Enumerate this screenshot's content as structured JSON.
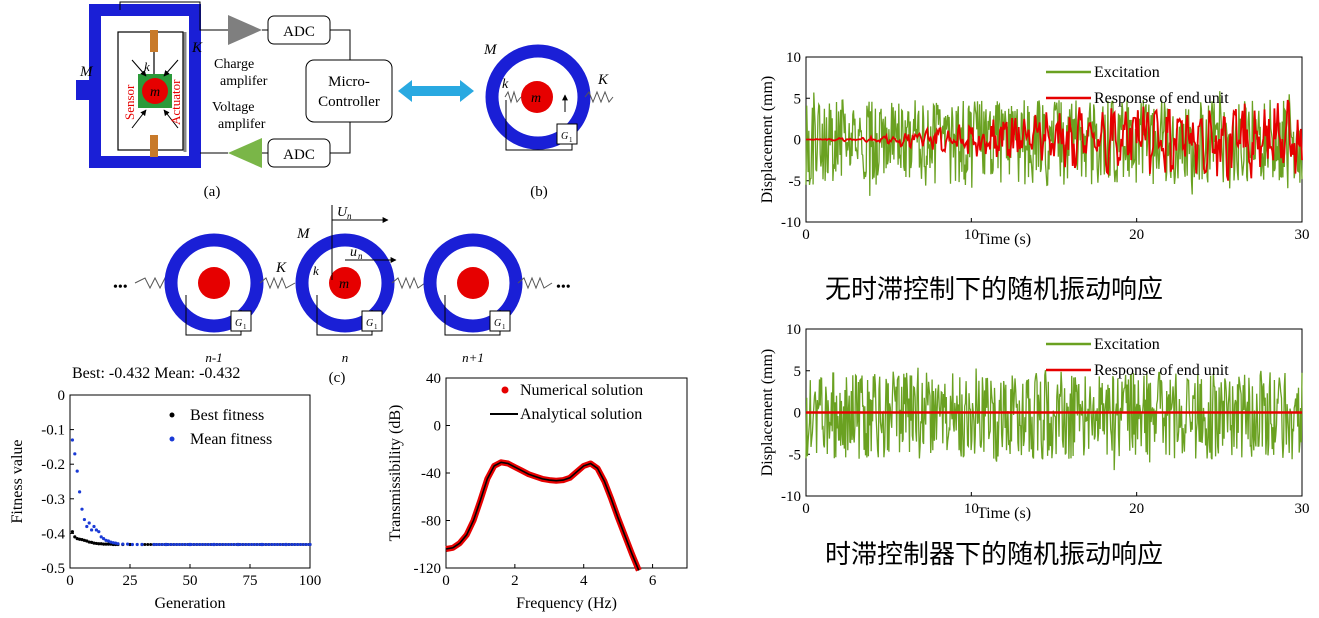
{
  "colors": {
    "blue": "#1a1fd6",
    "red": "#e60000",
    "green": "#6aa121",
    "cyan": "#29a9e1",
    "grey": "#707070",
    "black": "#000000",
    "dotblue": "#1a3ad6"
  },
  "diagram_a": {
    "label_M": "M",
    "label_K": "K",
    "label_k": "k",
    "label_m": "m",
    "sensor": "Sensor",
    "actuator": "Actuator",
    "adc_top": "ADC",
    "adc_bottom": "ADC",
    "charge_amp_1": "Charge",
    "charge_amp_2": "amplifer",
    "voltage_amp_1": "Voltage",
    "voltage_amp_2": "amplifer",
    "mcu_1": "Micro-",
    "mcu_2": "Controller",
    "caption": "(a)"
  },
  "diagram_b": {
    "label_M": "M",
    "label_K": "K",
    "label_k": "k",
    "label_m": "m",
    "label_G": "G",
    "label_G_sub": "1",
    "caption": "(b)"
  },
  "diagram_c": {
    "label_M": "M",
    "label_K": "K",
    "label_k": "k",
    "label_m": "m",
    "label_U": "U",
    "label_U_sub": "n",
    "label_u": "u",
    "label_u_sub": "n",
    "label_G": "G",
    "label_G_sub": "1",
    "dots_left": "•••",
    "dots_right": "•••",
    "unit_left": "n-1",
    "unit_mid": "n",
    "unit_right": "n+1",
    "caption": "(c)"
  },
  "charts": [
    {
      "id": "fitness",
      "type": "scatter",
      "title": "Best: -0.432 Mean: -0.432",
      "xlabel": "Generation",
      "ylabel": "Fitness value",
      "xlim": [
        0,
        100
      ],
      "ylim": [
        -0.5,
        0
      ],
      "xticks": [
        "0",
        "25",
        "50",
        "75",
        "100"
      ],
      "yticks": [
        "0",
        "-0.1",
        "-0.2",
        "-0.3",
        "-0.4",
        "-0.5"
      ],
      "legend": [
        "Best fitness",
        "Mean fitness"
      ],
      "series": [
        {
          "name": "Best fitness",
          "x": [
            1,
            2,
            3,
            4,
            5,
            6,
            7,
            8,
            9,
            10,
            11,
            12,
            13,
            14,
            15,
            16,
            17,
            18,
            19,
            20,
            22,
            25,
            30,
            40,
            50,
            60,
            70,
            80,
            90,
            100
          ],
          "y": [
            -0.395,
            -0.41,
            -0.415,
            -0.417,
            -0.418,
            -0.42,
            -0.422,
            -0.425,
            -0.426,
            -0.428,
            -0.429,
            -0.43,
            -0.43,
            -0.431,
            -0.431,
            -0.431,
            -0.431,
            -0.432,
            -0.432,
            -0.432,
            -0.432,
            -0.432,
            -0.432,
            -0.432,
            -0.432,
            -0.432,
            -0.432,
            -0.432,
            -0.432,
            -0.432
          ]
        },
        {
          "name": "Mean fitness",
          "x": [
            1,
            2,
            3,
            4,
            5,
            6,
            7,
            8,
            9,
            10,
            11,
            12,
            13,
            14,
            15,
            16,
            17,
            18,
            19,
            20,
            22,
            24,
            26,
            28,
            30,
            35,
            40,
            50,
            60,
            70,
            80,
            90,
            100
          ],
          "y": [
            -0.13,
            -0.17,
            -0.22,
            -0.28,
            -0.33,
            -0.36,
            -0.38,
            -0.37,
            -0.39,
            -0.38,
            -0.39,
            -0.395,
            -0.41,
            -0.415,
            -0.42,
            -0.422,
            -0.425,
            -0.427,
            -0.428,
            -0.43,
            -0.431,
            -0.431,
            -0.432,
            -0.432,
            -0.432,
            -0.432,
            -0.432,
            -0.432,
            -0.432,
            -0.432,
            -0.432,
            -0.432,
            -0.432
          ]
        }
      ]
    },
    {
      "id": "transmissibility",
      "type": "line",
      "xlabel": "Frequency (Hz)",
      "ylabel": "Transmissibility (dB)",
      "xlim": [
        0,
        7
      ],
      "ylim": [
        -120,
        40
      ],
      "xticks": [
        "0",
        "2",
        "4",
        "6"
      ],
      "yticks": [
        "40",
        "0",
        "-40",
        "-80",
        "-120"
      ],
      "legend": [
        "Numerical solution",
        "Analytical solution"
      ],
      "series": [
        {
          "name": "Analytical solution",
          "x": [
            0,
            0.2,
            0.4,
            0.6,
            0.8,
            1.0,
            1.2,
            1.4,
            1.6,
            1.8,
            2.0,
            2.2,
            2.4,
            2.6,
            2.8,
            3.0,
            3.2,
            3.4,
            3.6,
            3.8,
            4.0,
            4.2,
            4.4,
            4.6,
            4.8,
            5.0,
            5.2,
            5.4,
            5.6
          ],
          "y": [
            -104,
            -103,
            -99,
            -92,
            -80,
            -63,
            -45,
            -34,
            -31,
            -32,
            -35,
            -38,
            -41,
            -43,
            -45,
            -46,
            -46.5,
            -46,
            -44,
            -39,
            -34,
            -32,
            -36,
            -47,
            -62,
            -78,
            -93,
            -108,
            -122
          ]
        }
      ]
    },
    {
      "id": "response_no_delay",
      "type": "line",
      "title": "无时滞控制下的随机振动响应",
      "xlabel": "Time (s)",
      "ylabel": "Displacement (mm)",
      "xlim": [
        0,
        30
      ],
      "ylim": [
        -10,
        10
      ],
      "xticks": [
        "0",
        "10",
        "20",
        "30"
      ],
      "yticks": [
        "10",
        "5",
        "0",
        "-5",
        "-10"
      ],
      "legend": [
        "Excitation",
        "Response of  end unit"
      ],
      "series": [
        {
          "name": "Excitation",
          "amplitude_range": [
            -7,
            6
          ]
        },
        {
          "name": "Response of  end unit",
          "envelope": {
            "t": [
              0,
              4,
              6,
              10,
              15,
              20,
              25,
              30
            ],
            "amp": [
              0,
              0.3,
              0.8,
              1.8,
              3.2,
              4.0,
              4.2,
              4.0
            ]
          }
        }
      ]
    },
    {
      "id": "response_delay",
      "type": "line",
      "title": "时滞控制器下的随机振动响应",
      "xlabel": "Time (s)",
      "ylabel": "Displacement (mm)",
      "xlim": [
        0,
        30
      ],
      "ylim": [
        -10,
        10
      ],
      "xticks": [
        "0",
        "10",
        "20",
        "30"
      ],
      "yticks": [
        "10",
        "5",
        "0",
        "-5",
        "-10"
      ],
      "legend": [
        "Excitation",
        "Response of  end unit"
      ],
      "series": [
        {
          "name": "Excitation",
          "amplitude_range": [
            -7,
            6
          ]
        },
        {
          "name": "Response of  end unit",
          "constant": 0
        }
      ]
    }
  ]
}
